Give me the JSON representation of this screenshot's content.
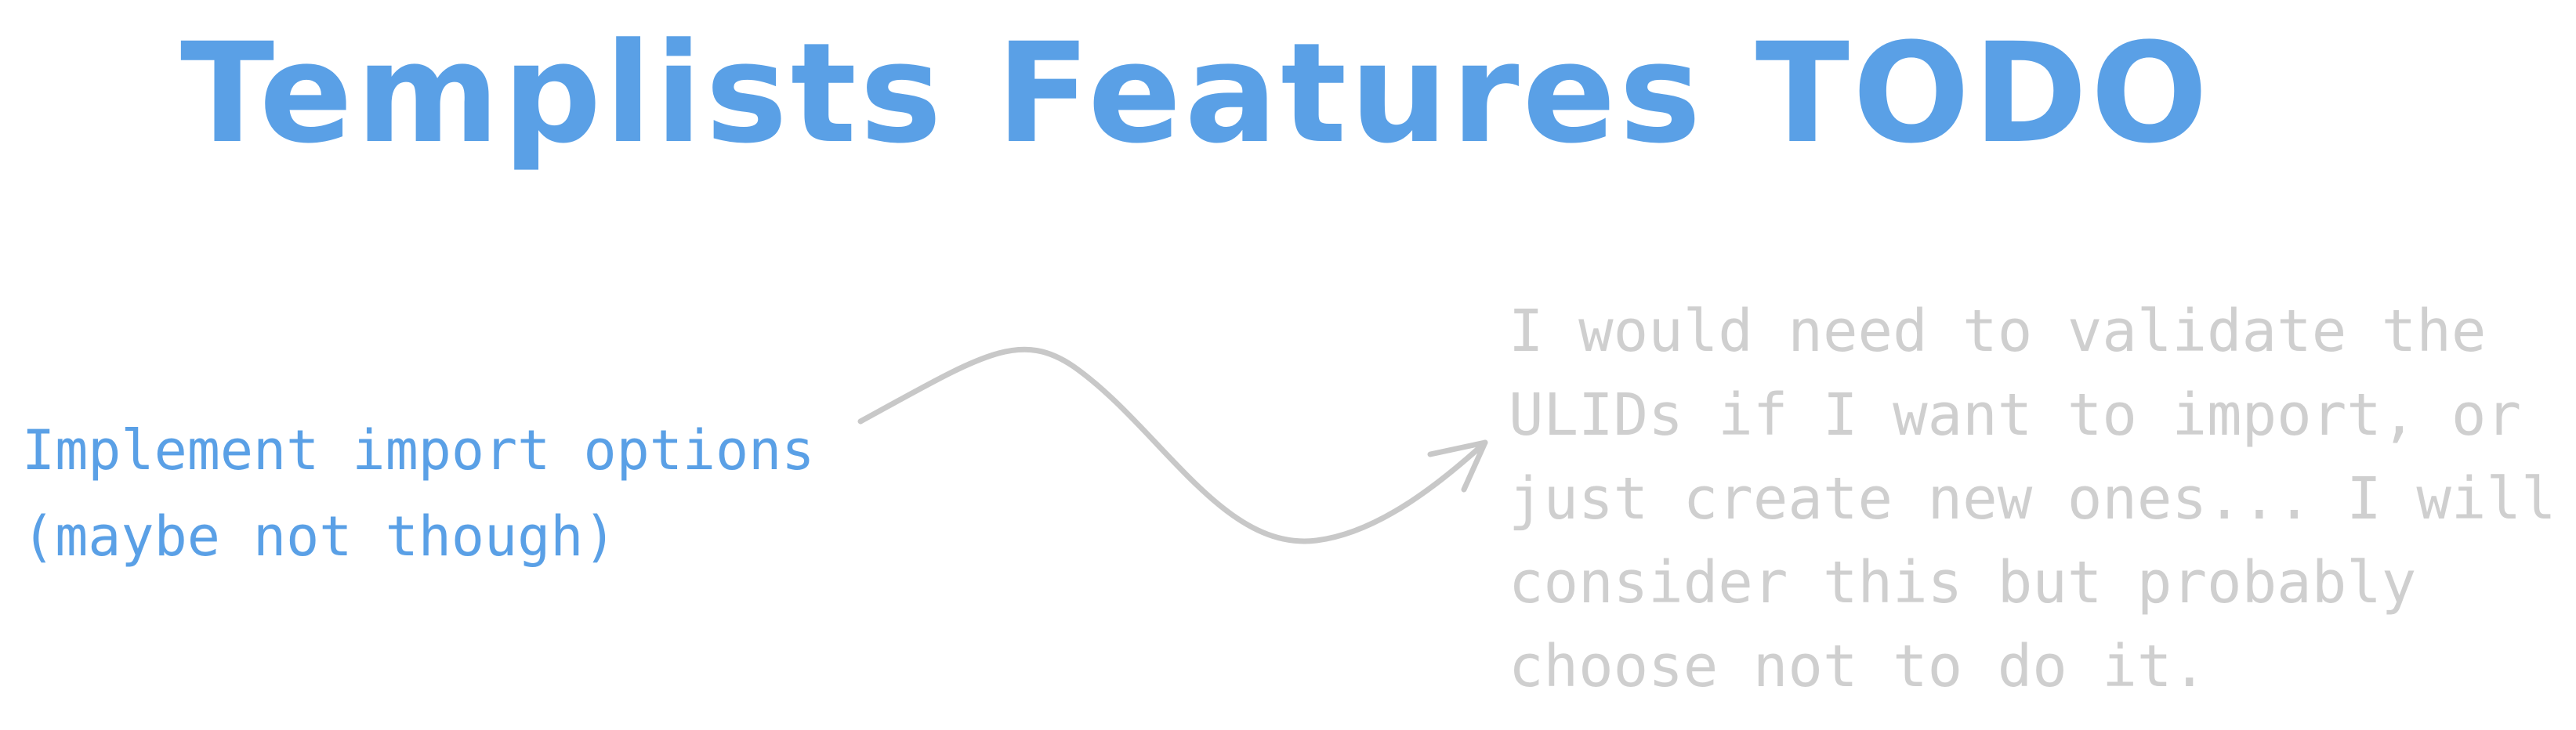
{
  "title": "Templists Features TODO",
  "left_note": {
    "lines": [
      "Implement import options",
      "(maybe not though)"
    ]
  },
  "right_note": {
    "lines": [
      "I would need to validate the",
      "ULIDs if I want to import, or",
      "just create new ones... I will",
      "consider this but probably",
      "choose not to do it."
    ]
  },
  "colors": {
    "title": "#5aa0e6",
    "left_note": "#5aa0e6",
    "right_note": "#cfcfcf",
    "arrow": "#c8c8c8"
  }
}
